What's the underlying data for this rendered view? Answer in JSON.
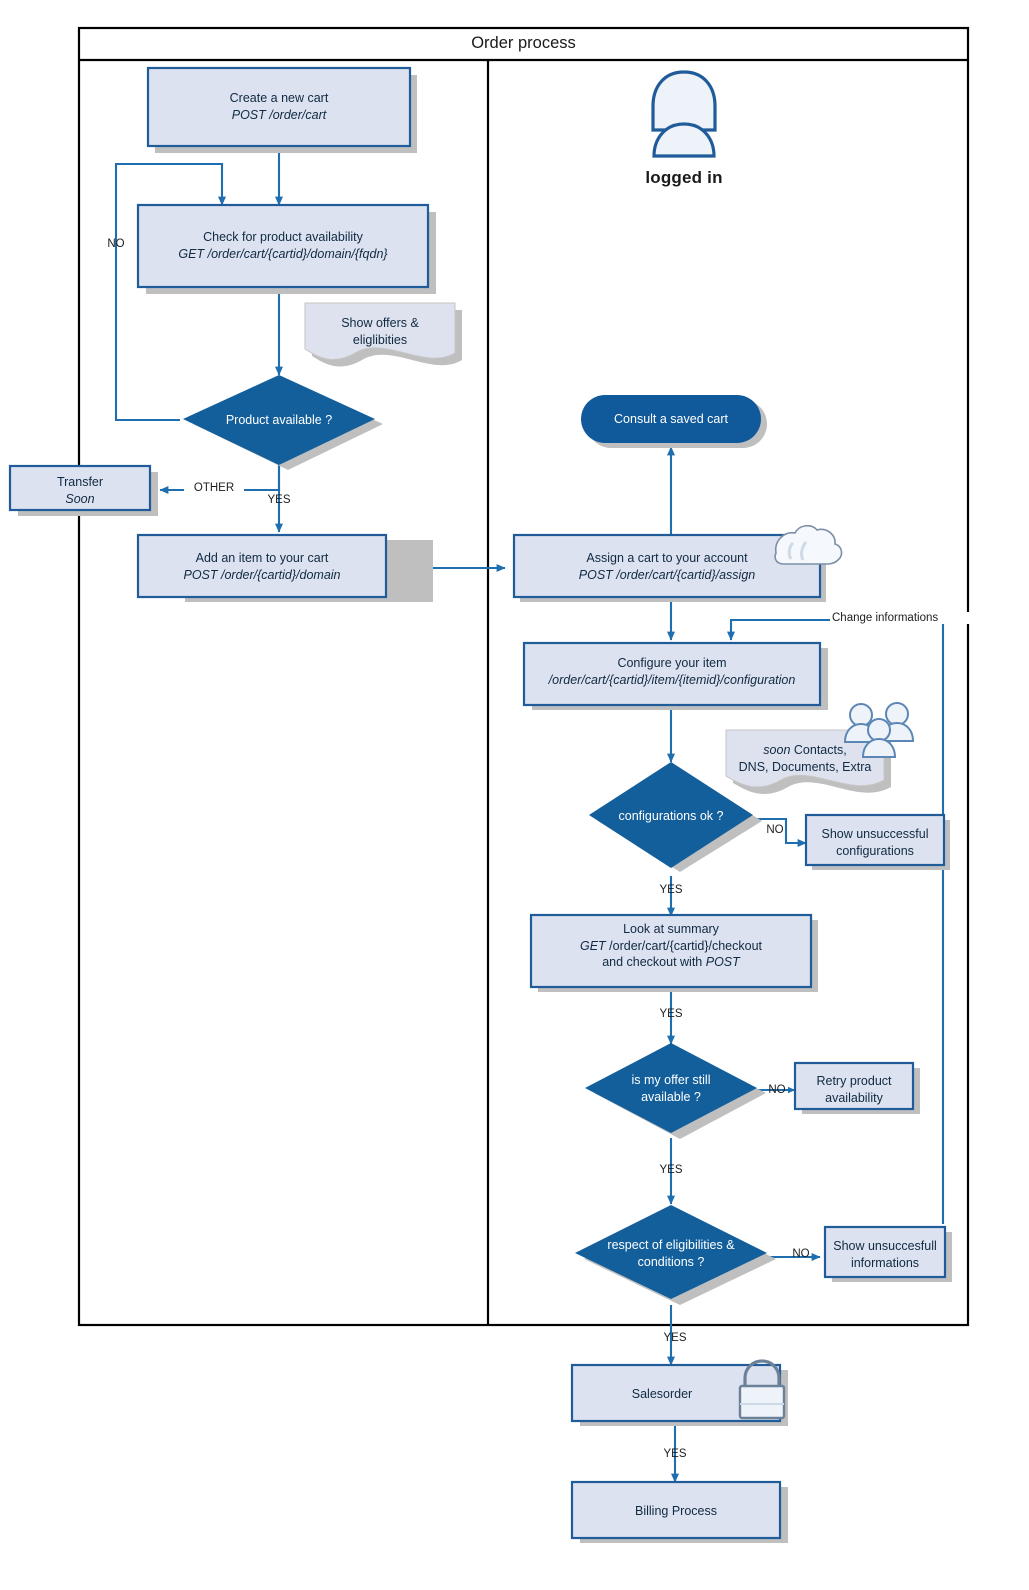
{
  "diagram": {
    "title": "Order process",
    "type": "flowchart",
    "colors": {
      "process_fill": "#dce2ef",
      "process_stroke": "#1f5c99",
      "decision_fill": "#135f9c",
      "decision_text": "#ffffff",
      "connector": "#1f6eb0",
      "shadow": "#bfbfbf",
      "frame": "#000000",
      "note_fill": "#dde2ee",
      "terminator_fill": "#10599b"
    },
    "lanes": [
      {
        "name": "anonymous-lane",
        "label": ""
      },
      {
        "name": "logged-in-lane",
        "label": "logged in",
        "icon": "user-icon"
      }
    ],
    "nodes": [
      {
        "id": "create-cart",
        "shape": "process",
        "line1": "Create a new cart",
        "line2": "POST /order/cart",
        "line2_style": "italic"
      },
      {
        "id": "check-availability",
        "shape": "process",
        "line1": "Check for product availability",
        "line2": "GET /order/cart/{cartid}/domain/{fqdn}",
        "line2_style": "italic"
      },
      {
        "id": "show-offers-note",
        "shape": "note",
        "line1": "Show offers &",
        "line2": "eliglibities"
      },
      {
        "id": "product-available",
        "shape": "decision",
        "line1": "Product available ?"
      },
      {
        "id": "transfer",
        "shape": "process",
        "line1": "Transfer",
        "line2": "Soon",
        "line2_style": "italic"
      },
      {
        "id": "add-item",
        "shape": "process",
        "line1": "Add an item to your cart",
        "line2": "POST /order/{cartid}/domain",
        "line2_style": "italic"
      },
      {
        "id": "consult-saved-cart",
        "shape": "terminator",
        "line1": "Consult a saved cart"
      },
      {
        "id": "assign-cart",
        "shape": "process",
        "line1": "Assign a cart to your account",
        "line2": "POST /order/cart/{cartid}/assign",
        "line2_style": "italic",
        "icon": "cloud-icon"
      },
      {
        "id": "configure-item",
        "shape": "process",
        "line1": "Configure your item",
        "line2": "/order/cart/{cartid}/item/{itemid}/configuration",
        "line2_style": "italic"
      },
      {
        "id": "soon-note",
        "shape": "note",
        "line1": "soon Contacts,",
        "line2": "DNS, Documents, Extra",
        "line1_lead_italic": "soon",
        "icon": "people-icon"
      },
      {
        "id": "configurations-ok",
        "shape": "decision",
        "line1": "configurations ok ?"
      },
      {
        "id": "show-unsuccessful-configurations",
        "shape": "process",
        "line1": "Show unsuccessful",
        "line2": "configurations"
      },
      {
        "id": "look-at-summary",
        "shape": "process",
        "line1": "Look at summary",
        "line2": "GET /order/cart/{cartid}/checkout",
        "line3": "and checkout with POST"
      },
      {
        "id": "offer-still-available",
        "shape": "decision",
        "line1": "is my offer still",
        "line2": "available ?"
      },
      {
        "id": "retry-product-availability",
        "shape": "process",
        "line1": "Retry product",
        "line2": "availability"
      },
      {
        "id": "respect-eligibilities",
        "shape": "decision",
        "line1": "respect of eligibilities &",
        "line2": "conditions ?"
      },
      {
        "id": "show-unsuccesfull-informations",
        "shape": "process",
        "line1": "Show unsuccesfull",
        "line2": "informations"
      },
      {
        "id": "salesorder",
        "shape": "process",
        "line1": "Salesorder",
        "icon": "lock-icon"
      },
      {
        "id": "billing-process",
        "shape": "process",
        "line1": "Billing Process"
      }
    ],
    "edge_labels": {
      "no_left": "NO",
      "other": "OTHER",
      "yes_add_item": "YES",
      "change_informations": "Change informations",
      "no_configurations": "NO",
      "yes_summary": "YES",
      "yes_offer": "YES",
      "no_offer": "NO",
      "yes_eligibilities": "YES",
      "no_eligibilities": "NO",
      "yes_salesorder": "YES",
      "yes_billing": "YES"
    }
  }
}
